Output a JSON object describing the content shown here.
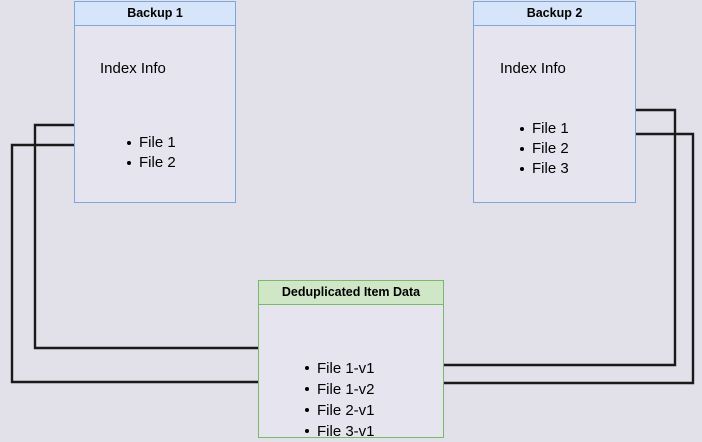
{
  "diagram": {
    "title_hidden": "",
    "background_color": "#e2e0e9",
    "nodes": {
      "backup1": {
        "header": "Backup 1",
        "body_label": "Index Info",
        "items": [
          "File 1",
          "File 2"
        ],
        "border_color": "#7ea6d9",
        "header_color": "#d6e5f9"
      },
      "backup2": {
        "header": "Backup 2",
        "body_label": "Index Info",
        "items": [
          "File 1",
          "File 2",
          "File 3"
        ],
        "border_color": "#7ea6d9",
        "header_color": "#d6e5f9"
      },
      "dedup": {
        "header": "Deduplicated Item Data",
        "items": [
          "File 1-v1",
          "File 1-v2",
          "File 2-v1",
          "File 3-v1"
        ],
        "border_color": "#78b96a",
        "header_color": "#cfe7c6"
      }
    },
    "connectors": [
      {
        "from": "backup1.File 1",
        "to": "dedup.File 1-v1",
        "side": "left"
      },
      {
        "from": "backup1.File 2",
        "to": "dedup.File 2-v1",
        "side": "left"
      },
      {
        "from": "backup2.File 1",
        "to": "dedup.File 1-v2",
        "side": "right"
      },
      {
        "from": "backup2.File 2",
        "to": "dedup.File 2-v1",
        "side": "right"
      }
    ],
    "connector_color": "#1a1a1a"
  }
}
